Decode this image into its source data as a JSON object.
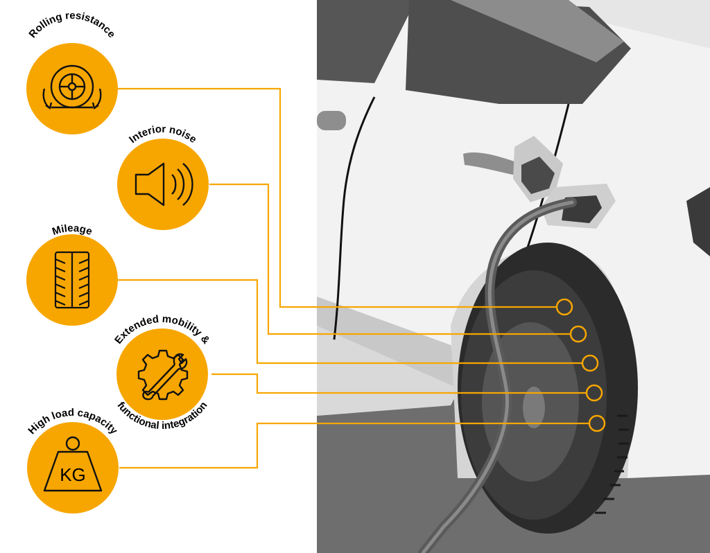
{
  "colors": {
    "accent": "#F7A600",
    "icon_stroke": "#111111",
    "car_body": "#F2F2F2",
    "tire": "#3A3A3A",
    "road": "#777777"
  },
  "features": [
    {
      "label": "Rolling resistance",
      "icon": "rolling-tire-icon"
    },
    {
      "label": "Interior noise",
      "icon": "speaker-icon"
    },
    {
      "label": "Mileage",
      "icon": "tread-icon"
    },
    {
      "label": "Extended mobility &",
      "label2": "functional integration",
      "icon": "gear-wrench-icon"
    },
    {
      "label": "High load capacity",
      "icon": "weight-icon",
      "weight_text": "KG"
    }
  ]
}
